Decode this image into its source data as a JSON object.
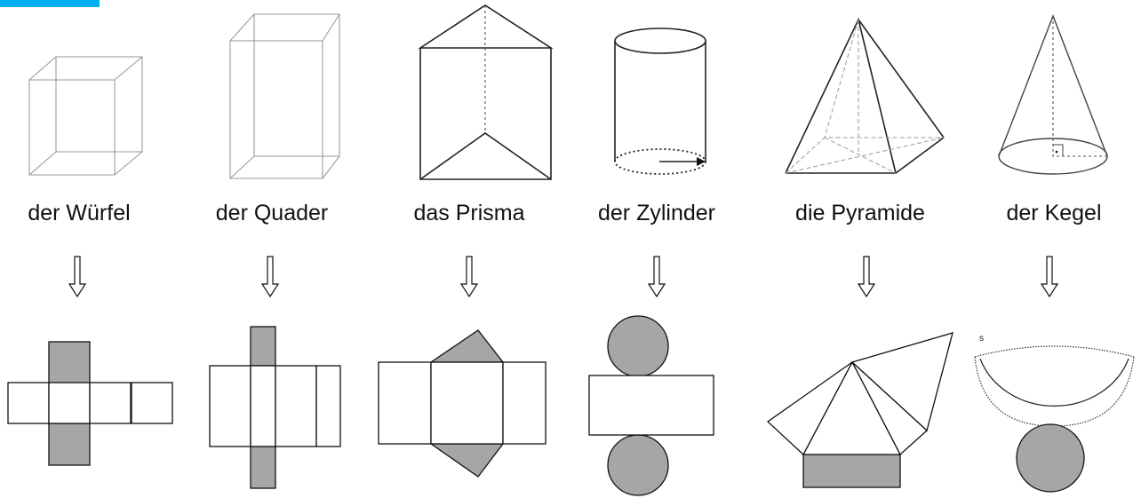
{
  "colors": {
    "accent": "#00b0f0",
    "net_fill": "#a6a6a6",
    "line": "#111111"
  },
  "solids": [
    {
      "id": "cube",
      "label": "der Würfel"
    },
    {
      "id": "cuboid",
      "label": "der Quader"
    },
    {
      "id": "prism",
      "label": "das Prisma"
    },
    {
      "id": "cylinder",
      "label": "der Zylinder"
    },
    {
      "id": "pyramid",
      "label": "die Pyramide"
    },
    {
      "id": "cone",
      "label": "der Kegel"
    }
  ],
  "cone_net": {
    "slant_label": "s"
  }
}
